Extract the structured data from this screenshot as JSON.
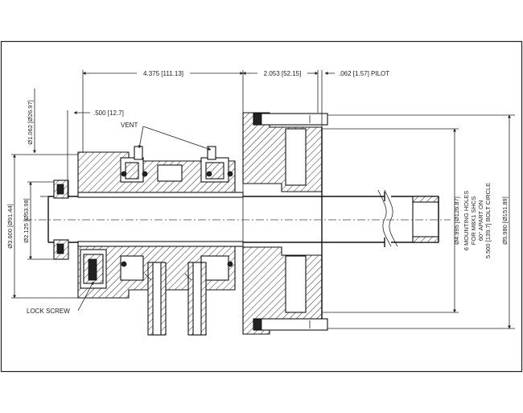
{
  "dimensions": {
    "top_length": "4.375 [111.13]",
    "flange_length": "2.053 [52.15]",
    "pilot": ".062 [1.57] PILOT",
    "offset": ".500 [12.7]",
    "dia_1062": "Ø1.062 [Ø26.97]",
    "dia_3600": "Ø3.600 [Ø91.44]",
    "dia_2125": "Ø2.125 [Ø53.98]",
    "dia_4995": "Ø4.995 [Ø126.87]",
    "dia_5980": "Ø5.980 [Ø151.89]"
  },
  "mounting_note": [
    "6 MOUNTING HOLES",
    "FOR M8X1 SHCS",
    "60° APART ON",
    "5.500 [139.7] BOLT CIRCLE"
  ],
  "labels": {
    "vent": "VENT",
    "lock_screw": "LOCK SCREW"
  }
}
